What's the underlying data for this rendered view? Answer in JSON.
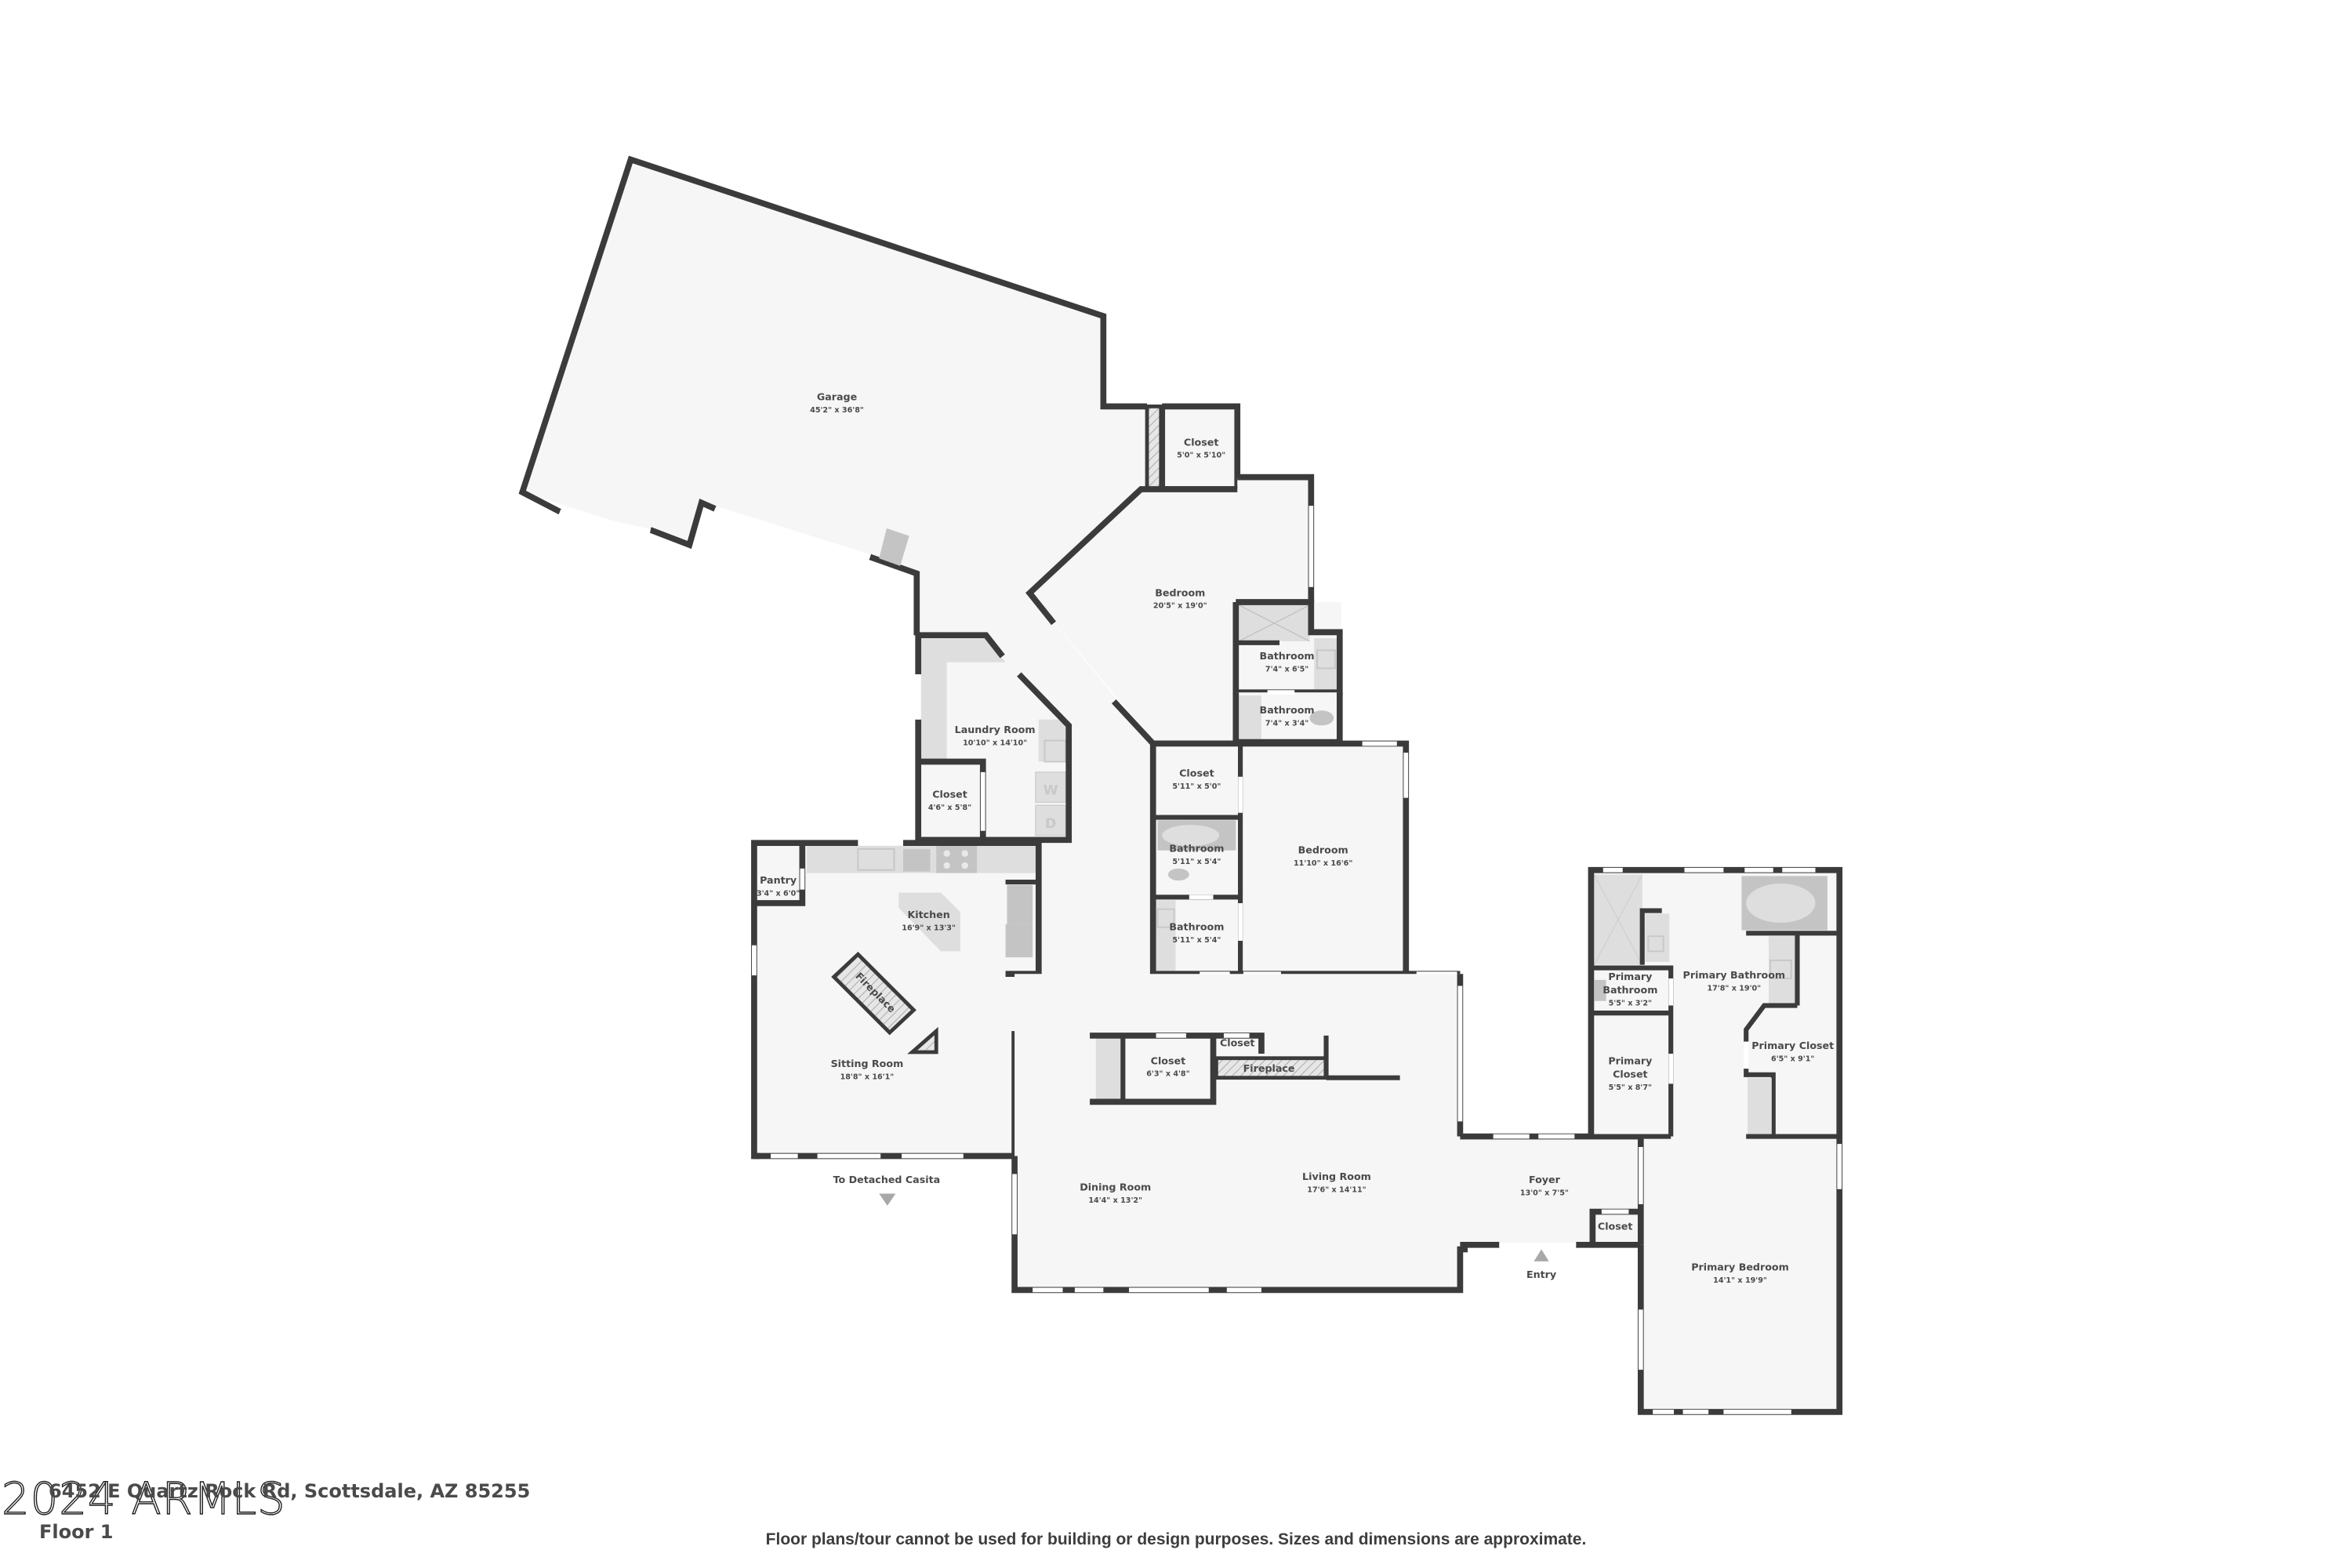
{
  "plan": {
    "address": "6452 E Quartz Rock Rd, Scottsdale, AZ 85255",
    "floor": "Floor 1",
    "watermark": "2024 ARMLS",
    "disclaimer": "Floor plans/tour cannot be used for building or design purposes. Sizes and dimensions are approximate."
  },
  "rooms": {
    "garage": {
      "name": "Garage",
      "dim": "45'2\" x 36'8\""
    },
    "closet_garage": {
      "name": "Closet",
      "dim": "5'0\" x 5'10\""
    },
    "bedroom_1": {
      "name": "Bedroom",
      "dim": "20'5\" x 19'0\""
    },
    "bathroom_1": {
      "name": "Bathroom",
      "dim": "7'4\" x 6'5\""
    },
    "bathroom_2": {
      "name": "Bathroom",
      "dim": "7'4\" x 3'4\""
    },
    "laundry": {
      "name": "Laundry Room",
      "dim": "10'10\" x 14'10\""
    },
    "closet_laundry": {
      "name": "Closet",
      "dim": "4'6\" x 5'8\""
    },
    "closet_bed2": {
      "name": "Closet",
      "dim": "5'11\" x 5'0\""
    },
    "bedroom_2": {
      "name": "Bedroom",
      "dim": "11'10\" x 16'6\""
    },
    "bathroom_3": {
      "name": "Bathroom",
      "dim": "5'11\" x 5'4\""
    },
    "bathroom_4": {
      "name": "Bathroom",
      "dim": "5'11\" x 5'4\""
    },
    "pantry": {
      "name": "Pantry",
      "dim": "3'4\" x 6'0\""
    },
    "kitchen": {
      "name": "Kitchen",
      "dim": "16'9\" x 13'3\""
    },
    "fireplace_sitting": {
      "name": "Fireplace"
    },
    "sitting_room": {
      "name": "Sitting Room",
      "dim": "18'8\" x 16'1\""
    },
    "closet_living": {
      "name": "Closet",
      "dim": "6'3\" x 4'8\""
    },
    "closet_small": {
      "name": "Closet"
    },
    "fireplace_living": {
      "name": "Fireplace"
    },
    "dining_room": {
      "name": "Dining Room",
      "dim": "14'4\" x 13'2\""
    },
    "living_room": {
      "name": "Living Room",
      "dim": "17'6\" x 14'11\""
    },
    "foyer": {
      "name": "Foyer",
      "dim": "13'0\" x 7'5\""
    },
    "closet_foyer": {
      "name": "Closet"
    },
    "primary_bathroom_small": {
      "name_1": "Primary",
      "name_2": "Bathroom",
      "dim": "5'5\" x 3'2\""
    },
    "primary_bathroom": {
      "name": "Primary Bathroom",
      "dim": "17'8\" x 19'0\""
    },
    "primary_closet_1": {
      "name_1": "Primary",
      "name_2": "Closet",
      "dim": "5'5\" x 8'7\""
    },
    "primary_closet_2": {
      "name": "Primary Closet",
      "dim": "6'5\" x 9'1\""
    },
    "primary_bedroom": {
      "name": "Primary Bedroom",
      "dim": "14'1\" x 19'9\""
    }
  },
  "markers": {
    "casita": "To Detached Casita",
    "entry": "Entry",
    "washer": "W",
    "dryer": "D"
  }
}
